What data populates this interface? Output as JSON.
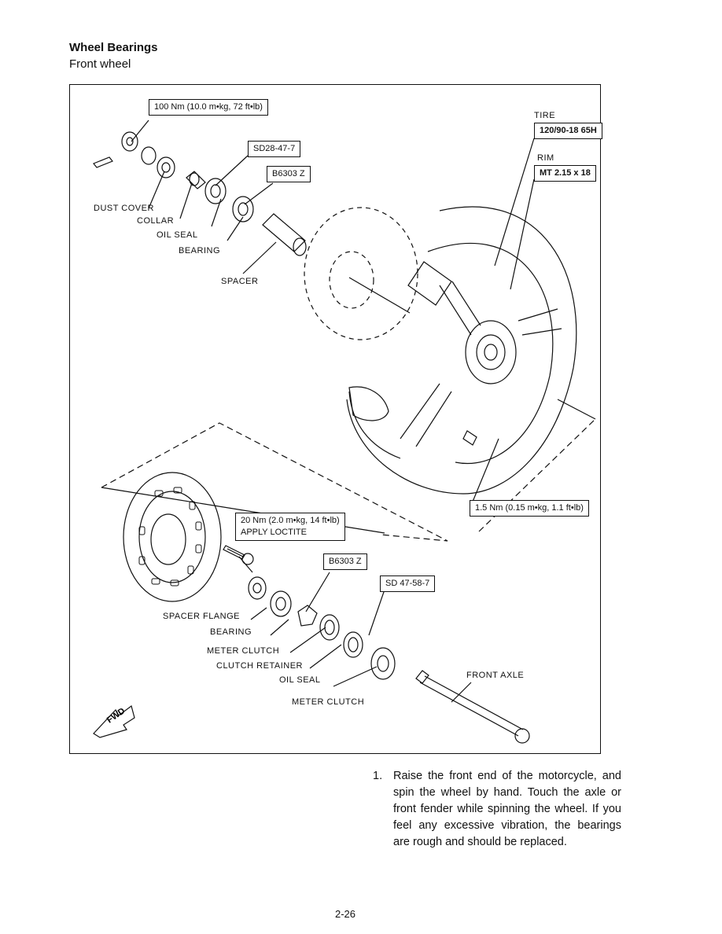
{
  "heading": "Wheel Bearings",
  "subheading": "Front wheel",
  "callouts": {
    "torque_axle_nut": "100 Nm (10.0 m•kg, 72 ft•lb)",
    "oil_seal_upper": "SD28-47-7",
    "bearing_upper": "B6303 Z",
    "tire_spec": "120/90-18 65H",
    "rim_spec": "MT 2.15 x 18",
    "torque_disc_bolt": "20 Nm (2.0 m•kg, 14 ft•lb)",
    "loctite": "APPLY LOCTITE",
    "bearing_lower": "B6303 Z",
    "oil_seal_lower": "SD 47-58-7",
    "torque_small": "1.5 Nm (0.15 m•kg, 1.1 ft•lb)"
  },
  "labels": {
    "tire": "TIRE",
    "rim": "RIM",
    "dust_cover": "DUST COVER",
    "collar": "COLLAR",
    "oil_seal_upper": "OIL SEAL",
    "bearing_upper": "BEARING",
    "spacer": "SPACER",
    "spacer_flange": "SPACER FLANGE",
    "bearing_lower": "BEARING",
    "meter_clutch_1": "METER CLUTCH",
    "clutch_retainer": "CLUTCH RETAINER",
    "oil_seal_lower": "OIL SEAL",
    "meter_clutch_2": "METER CLUTCH",
    "front_axle": "FRONT AXLE",
    "fwd": "FWD"
  },
  "step": {
    "number": "1.",
    "text": "Raise the front end of the motorcycle, and spin the wheel by hand. Touch the axle or front fender while spinning the wheel. If you feel any excessive vibration, the bearings are rough and should be replaced."
  },
  "page_number": "2-26"
}
